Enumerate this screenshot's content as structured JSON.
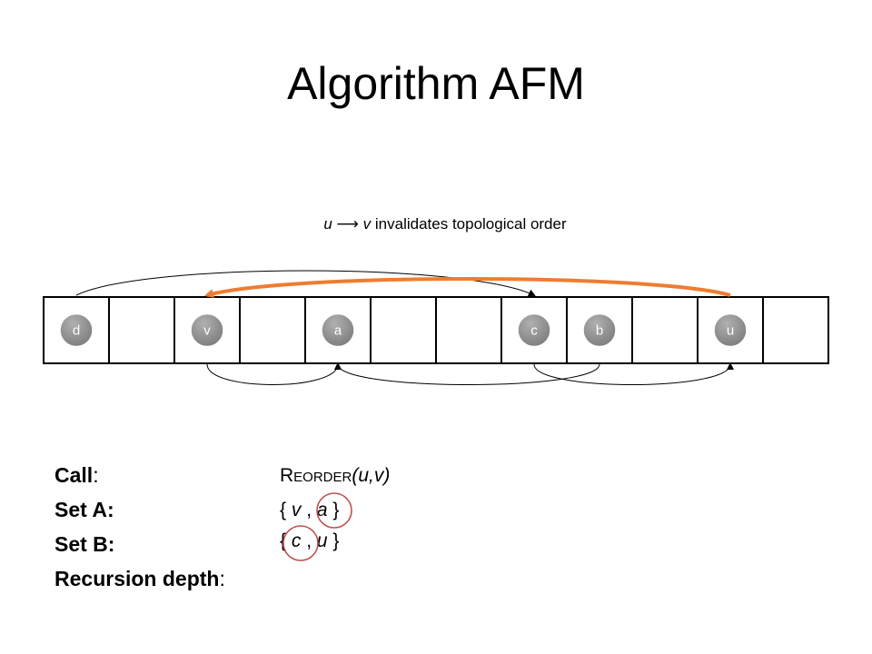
{
  "title": "Algorithm AFM",
  "caption": {
    "from": "u",
    "arrow": "⟶",
    "to": "v",
    "text": "invalidates topological order"
  },
  "nodes": [
    {
      "label": "d",
      "slot": 0
    },
    {
      "label": "v",
      "slot": 2
    },
    {
      "label": "a",
      "slot": 4
    },
    {
      "label": "c",
      "slot": 7
    },
    {
      "label": "b",
      "slot": 8
    },
    {
      "label": "u",
      "slot": 10
    }
  ],
  "slot_count": 12,
  "edges": [
    {
      "from": "d",
      "to": "c",
      "side": "top",
      "highlight": false
    },
    {
      "from": "u",
      "to": "v",
      "side": "top",
      "highlight": true
    },
    {
      "from": "v",
      "to": "a",
      "side": "bottom",
      "highlight": false
    },
    {
      "from": "b",
      "to": "a",
      "side": "bottom",
      "highlight": false
    },
    {
      "from": "c",
      "to": "u",
      "side": "bottom",
      "highlight": false
    }
  ],
  "colors": {
    "node": "#8c8c8c",
    "edge": "#000000",
    "highlight_edge": "#ed7d31",
    "set_marker": "#c0504d",
    "cell_border": "#000000"
  },
  "labels": {
    "call": "Call",
    "set_a": "Set A:",
    "set_b": "Set B:",
    "depth": "Recursion depth",
    "colon": ":"
  },
  "values": {
    "call_first": "R",
    "call_rest": "EORDER",
    "call_args": "(u,v)",
    "set_a_open": "{ ",
    "set_a_items": [
      "v",
      "a"
    ],
    "set_a_close": " }",
    "set_b_open": "{ ",
    "set_b_items": [
      "c",
      "u"
    ],
    "set_b_close": " }",
    "sep": " , "
  }
}
